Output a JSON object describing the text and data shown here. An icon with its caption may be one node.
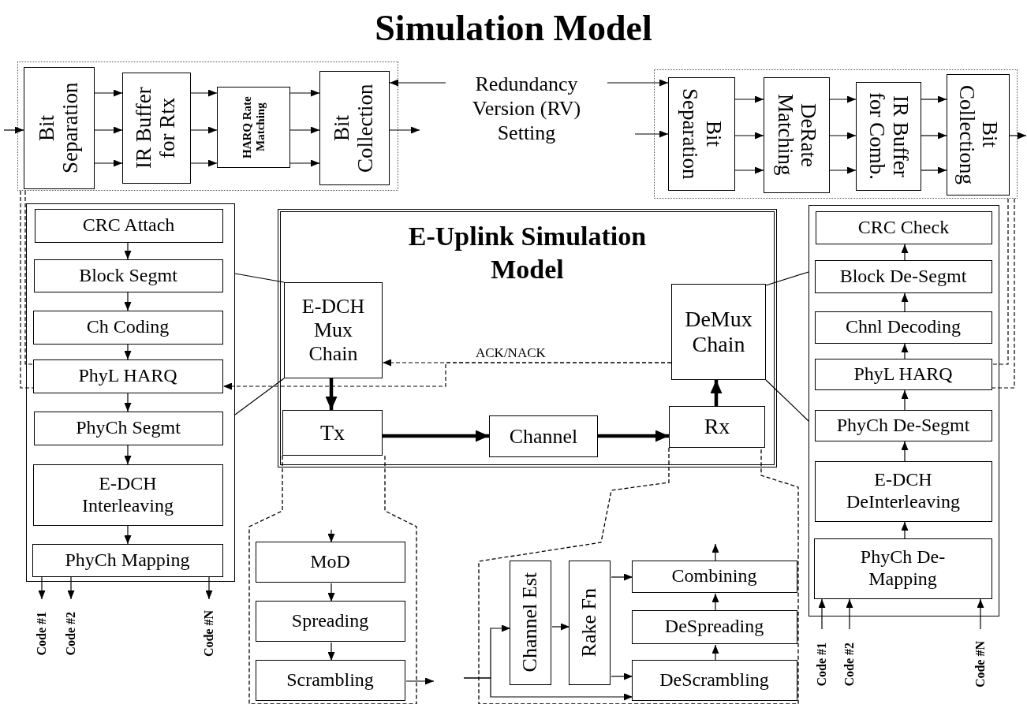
{
  "diagram": {
    "title": "Simulation Model",
    "nodes": [
      {
        "text": [],
        "shape": "box"
      },
      {
        "text": [
          "Bit Separation"
        ],
        "in": 0
      },
      {
        "text": [
          "IR Buffer for Rtx"
        ],
        "in": 0
      },
      {
        "text": [
          "HARQ Rate Matching"
        ],
        "in": 0
      },
      {
        "text": [
          "Bit Collection"
        ],
        "in": 0
      },
      {
        "text": [
          "Redundancy Version (RV) Setting"
        ]
      },
      {
        "text": [],
        "shape": "box"
      },
      {
        "text": [
          "Bit Separation"
        ],
        "in": 6
      },
      {
        "text": [
          "DeRate Matching"
        ],
        "in": 6
      },
      {
        "text": [
          "IR Buffer for Comb."
        ],
        "in": 6
      },
      {
        "text": [
          "Bit Collectiong"
        ],
        "in": 6
      },
      {
        "text": [],
        "shape": "box"
      },
      {
        "text": [
          "CRC Attach"
        ],
        "in": 11
      },
      {
        "text": [
          "Block Segmt"
        ],
        "in": 11
      },
      {
        "text": [
          "Ch Coding"
        ],
        "in": 11
      },
      {
        "text": [
          "PhyL HARQ"
        ],
        "in": 11
      },
      {
        "text": [
          "PhyCh Segmt"
        ],
        "in": 11
      },
      {
        "text": [
          "E-DCH Interleaving"
        ],
        "in": 11
      },
      {
        "text": [
          "PhyCh Mapping"
        ],
        "in": 11
      },
      {
        "text": [
          "E-Uplink Simulation Model"
        ]
      },
      {
        "text": [
          "E-DCH Mux Chain"
        ],
        "in": 19
      },
      {
        "text": [
          "Tx"
        ],
        "in": 19
      },
      {
        "text": [
          "Channel"
        ],
        "in": 19
      },
      {
        "text": [
          "Rx"
        ],
        "in": 19
      },
      {
        "text": [
          "DeMux Chain"
        ],
        "in": 19
      },
      {
        "text": [],
        "shape": "box"
      },
      {
        "text": [
          "MoD"
        ],
        "in": 25
      },
      {
        "text": [
          "Spreading"
        ],
        "in": 25
      },
      {
        "text": [
          "Scrambling"
        ],
        "in": 25
      },
      {
        "text": [],
        "shape": "box"
      },
      {
        "text": [
          "Channel Est"
        ],
        "in": 29
      },
      {
        "text": [
          "Rake Fn"
        ],
        "in": 29
      },
      {
        "text": [
          "Combining"
        ],
        "in": 29
      },
      {
        "text": [
          "DeSpreading"
        ],
        "in": 29
      },
      {
        "text": [
          "DeScrambling"
        ],
        "in": 29
      },
      {
        "text": [],
        "shape": "box"
      },
      {
        "text": [
          "CRC Check"
        ],
        "in": 35
      },
      {
        "text": [
          "Block De-Segmt"
        ],
        "in": 35
      },
      {
        "text": [
          "Chnl Decoding"
        ],
        "in": 35
      },
      {
        "text": [
          "PhyL HARQ"
        ],
        "in": 35
      },
      {
        "text": [
          "PhyCh De-Segmt"
        ],
        "in": 35
      },
      {
        "text": [
          "E-DCH DeInterleaving"
        ],
        "in": 35
      },
      {
        "text": [
          "PhyCh De-Mapping"
        ],
        "in": 35
      },
      {
        "text": [
          "Code #1"
        ]
      },
      {
        "text": [
          "Code #2"
        ]
      },
      {
        "text": [
          "Code #N"
        ]
      },
      {
        "text": [
          "Code #1"
        ]
      },
      {
        "text": [
          "Code #2"
        ]
      },
      {
        "text": [
          "Code #N"
        ]
      }
    ],
    "edges": [
      {
        "from": null,
        "to": 1,
        "arrow": "to"
      },
      {
        "from": 1,
        "to": 2,
        "arrow": "to"
      },
      {
        "from": 1,
        "to": 2,
        "arrow": "to"
      },
      {
        "from": 1,
        "to": 2,
        "arrow": "to"
      },
      {
        "from": 2,
        "to": 3,
        "arrow": "to"
      },
      {
        "from": 2,
        "to": 3,
        "arrow": "to"
      },
      {
        "from": 2,
        "to": 3,
        "arrow": "to"
      },
      {
        "from": 3,
        "to": 4,
        "arrow": "to"
      },
      {
        "from": 3,
        "to": 4,
        "arrow": "to"
      },
      {
        "from": 3,
        "to": 4,
        "arrow": "to"
      },
      {
        "from": 4,
        "to": null,
        "arrow": "to"
      },
      {
        "from": 5,
        "to": 4,
        "arrow": "to"
      },
      {
        "from": 5,
        "to": 7,
        "arrow": "to"
      },
      {
        "from": null,
        "to": 7,
        "arrow": "to"
      },
      {
        "from": 7,
        "to": 8,
        "arrow": "to"
      },
      {
        "from": 7,
        "to": 8,
        "arrow": "to"
      },
      {
        "from": 7,
        "to": 8,
        "arrow": "to"
      },
      {
        "from": 8,
        "to": 9,
        "arrow": "to"
      },
      {
        "from": 8,
        "to": 9,
        "arrow": "to"
      },
      {
        "from": 8,
        "to": 9,
        "arrow": "to"
      },
      {
        "from": 9,
        "to": 10,
        "arrow": "to"
      },
      {
        "from": 9,
        "to": 10,
        "arrow": "to"
      },
      {
        "from": 9,
        "to": 10,
        "arrow": "to"
      },
      {
        "from": 10,
        "to": null,
        "arrow": "to"
      },
      {
        "from": 12,
        "to": 13,
        "arrow": "to"
      },
      {
        "from": 13,
        "to": 14,
        "arrow": "to"
      },
      {
        "from": 14,
        "to": 15,
        "arrow": "to"
      },
      {
        "from": 15,
        "to": 16,
        "arrow": "to"
      },
      {
        "from": 16,
        "to": 17,
        "arrow": "to"
      },
      {
        "from": 17,
        "to": 18,
        "arrow": "to"
      },
      {
        "from": 18,
        "to": 43,
        "arrow": "to"
      },
      {
        "from": 18,
        "to": 44,
        "arrow": "to"
      },
      {
        "from": 18,
        "to": 45,
        "arrow": "to"
      },
      {
        "from": 24,
        "to": 20,
        "arrow": "to",
        "label": "ACK/NACK",
        "style": "dashed"
      },
      {
        "from": 24,
        "to": 15,
        "arrow": "to",
        "style": "dashed"
      },
      {
        "from": 20,
        "to": 21,
        "arrow": "to",
        "style": "thick"
      },
      {
        "from": 21,
        "to": 22,
        "arrow": "to",
        "style": "thick"
      },
      {
        "from": 22,
        "to": 23,
        "arrow": "to",
        "style": "thick"
      },
      {
        "from": 23,
        "to": 24,
        "arrow": "to",
        "style": "thick"
      },
      {
        "from": 11,
        "to": 20,
        "arrow": "none"
      },
      {
        "from": 11,
        "to": 20,
        "arrow": "none"
      },
      {
        "from": 24,
        "to": 35,
        "arrow": "none"
      },
      {
        "from": 24,
        "to": 35,
        "arrow": "none"
      },
      {
        "from": 37,
        "to": 36,
        "arrow": "to"
      },
      {
        "from": 38,
        "to": 37,
        "arrow": "to"
      },
      {
        "from": 39,
        "to": 38,
        "arrow": "to"
      },
      {
        "from": 40,
        "to": 39,
        "arrow": "to"
      },
      {
        "from": 41,
        "to": 40,
        "arrow": "to"
      },
      {
        "from": 42,
        "to": 41,
        "arrow": "to"
      },
      {
        "from": 46,
        "to": 42,
        "arrow": "to"
      },
      {
        "from": 47,
        "to": 42,
        "arrow": "to"
      },
      {
        "from": 48,
        "to": 42,
        "arrow": "to"
      },
      {
        "from": null,
        "to": 26,
        "arrow": "to"
      },
      {
        "from": 26,
        "to": 27,
        "arrow": "to"
      },
      {
        "from": 27,
        "to": 28,
        "arrow": "to"
      },
      {
        "from": 28,
        "to": null,
        "arrow": "to"
      },
      {
        "from": null,
        "to": 30,
        "arrow": "to"
      },
      {
        "from": null,
        "to": 34,
        "arrow": "to"
      },
      {
        "from": 30,
        "to": 31,
        "arrow": "to"
      },
      {
        "from": 31,
        "to": 32,
        "arrow": "to"
      },
      {
        "from": 31,
        "to": 34,
        "arrow": "to"
      },
      {
        "from": 34,
        "to": 33,
        "arrow": "to"
      },
      {
        "from": 33,
        "to": 32,
        "arrow": "to"
      },
      {
        "from": 32,
        "to": null,
        "arrow": "to"
      },
      {
        "from": 0,
        "to": 15,
        "arrow": "none",
        "style": "dashed"
      },
      {
        "from": 0,
        "to": 15,
        "arrow": "none",
        "style": "dashed"
      },
      {
        "from": 6,
        "to": 39,
        "arrow": "none",
        "style": "dashed"
      },
      {
        "from": 6,
        "to": 39,
        "arrow": "none",
        "style": "dashed"
      }
    ]
  }
}
